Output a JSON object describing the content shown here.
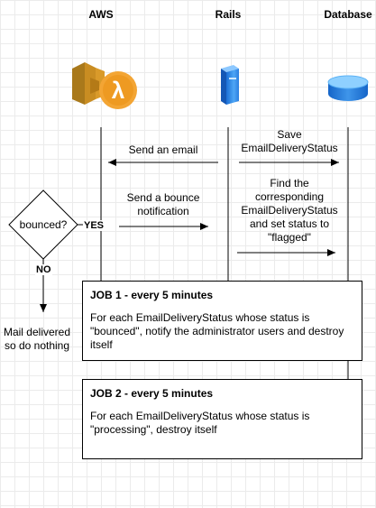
{
  "lanes": {
    "aws": "AWS",
    "rails": "Rails",
    "database": "Database"
  },
  "messages": {
    "send_email": "Send an email",
    "save_status": "Save\nEmailDeliveryStatus",
    "send_bounce": "Send a bounce\nnotification",
    "find_status": "Find the\ncorresponding\nEmailDeliveryStatus\nand set status to\n\"flagged\""
  },
  "decision": {
    "question": "bounced?",
    "yes_label": "YES",
    "no_label": "NO",
    "no_outcome": "Mail delivered\nso do nothing"
  },
  "jobs": [
    {
      "title": "JOB 1 - every 5 minutes",
      "text": "For each EmailDeliveryStatus whose status is \"bounced\", notify the administrator users and destroy itself"
    },
    {
      "title": "JOB 2 - every 5 minutes",
      "text": "For each EmailDeliveryStatus whose status is \"processing\", destroy itself"
    }
  ],
  "icons": [
    "aws-lambda-icon",
    "rails-server-icon",
    "database-icon"
  ]
}
